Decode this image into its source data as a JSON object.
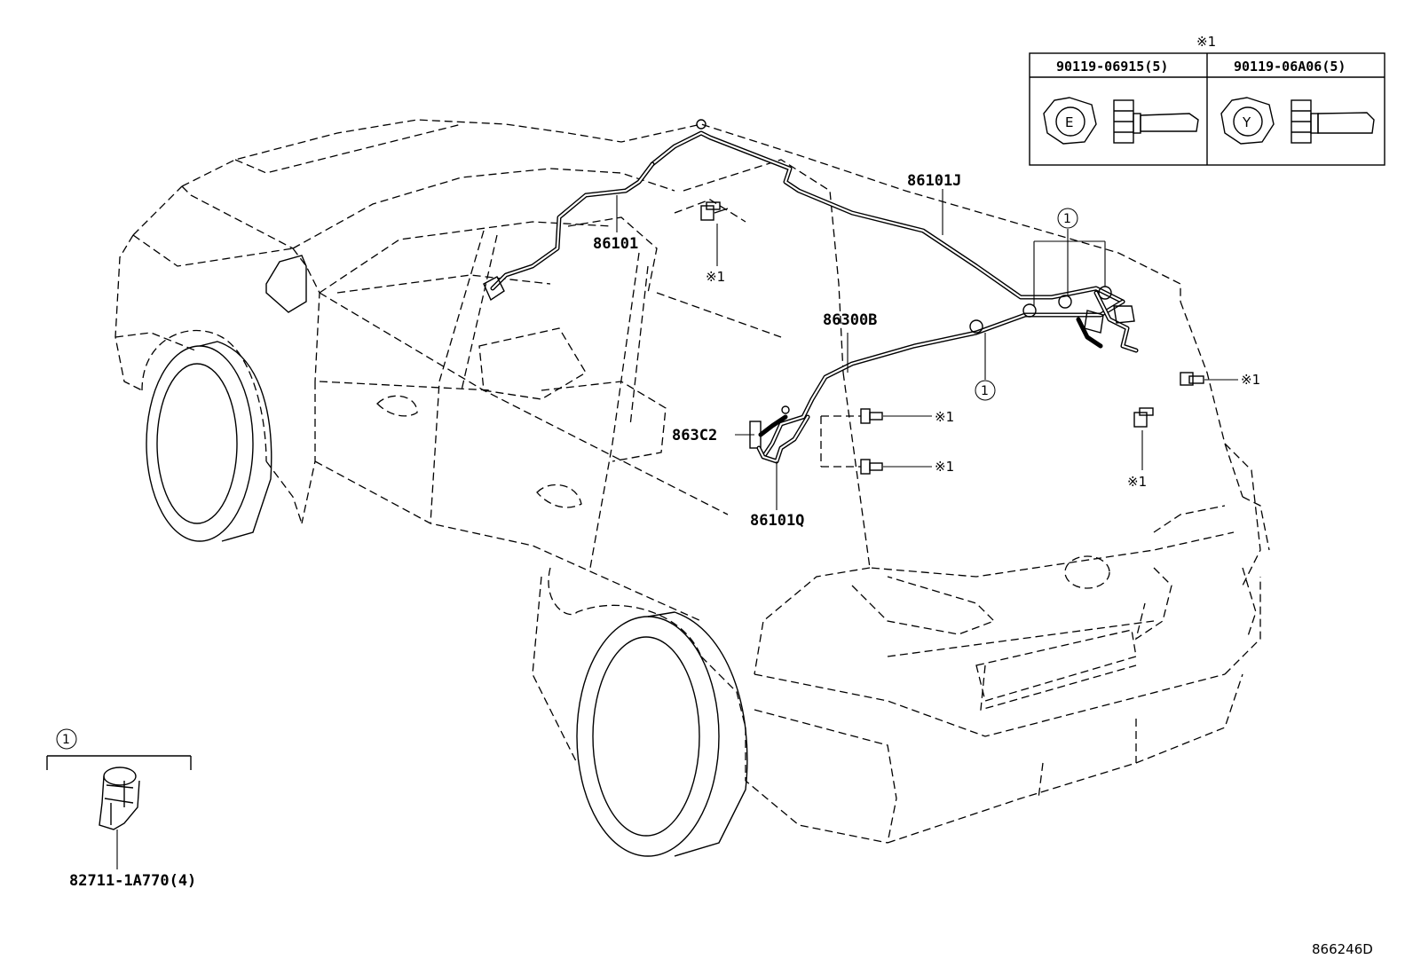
{
  "diagram_id": "866246D",
  "callout_marker": "※1",
  "circle_ref": "1",
  "parts": {
    "p86101J": "86101J",
    "p86101": "86101",
    "p86300B": "86300B",
    "p863C2": "863C2",
    "p86101Q": "86101Q"
  },
  "fastener_table": {
    "header_marker": "※1",
    "col1_part": "90119-06915(5)",
    "col1_code": "E",
    "col2_part": "90119-06A06(5)",
    "col2_code": "Y"
  },
  "clip": {
    "ref": "1",
    "part": "82711-1A770(4)"
  }
}
